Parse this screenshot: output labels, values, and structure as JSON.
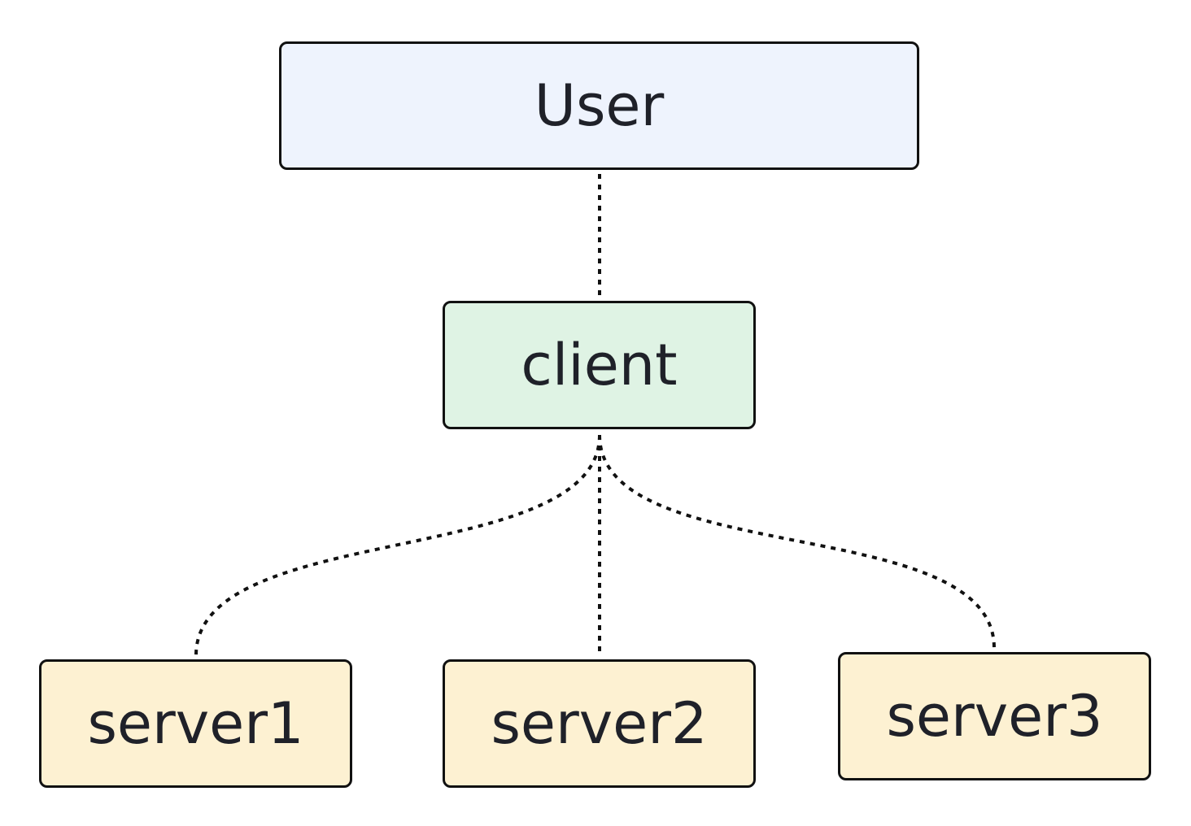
{
  "nodes": {
    "user": {
      "label": "User",
      "fill": "#eef3fd"
    },
    "client": {
      "label": "client",
      "fill": "#dff3e4"
    },
    "server1": {
      "label": "server1",
      "fill": "#fdf1d2"
    },
    "server2": {
      "label": "server2",
      "fill": "#fdf1d2"
    },
    "server3": {
      "label": "server3",
      "fill": "#fdf1d2"
    }
  },
  "edges": [
    {
      "from": "user",
      "to": "client",
      "style": "dashed"
    },
    {
      "from": "client",
      "to": "server1",
      "style": "dashed"
    },
    {
      "from": "client",
      "to": "server2",
      "style": "dashed"
    },
    {
      "from": "client",
      "to": "server3",
      "style": "dashed"
    }
  ],
  "colors": {
    "stroke": "#111111",
    "text": "#1f2129",
    "background": "#ffffff"
  }
}
